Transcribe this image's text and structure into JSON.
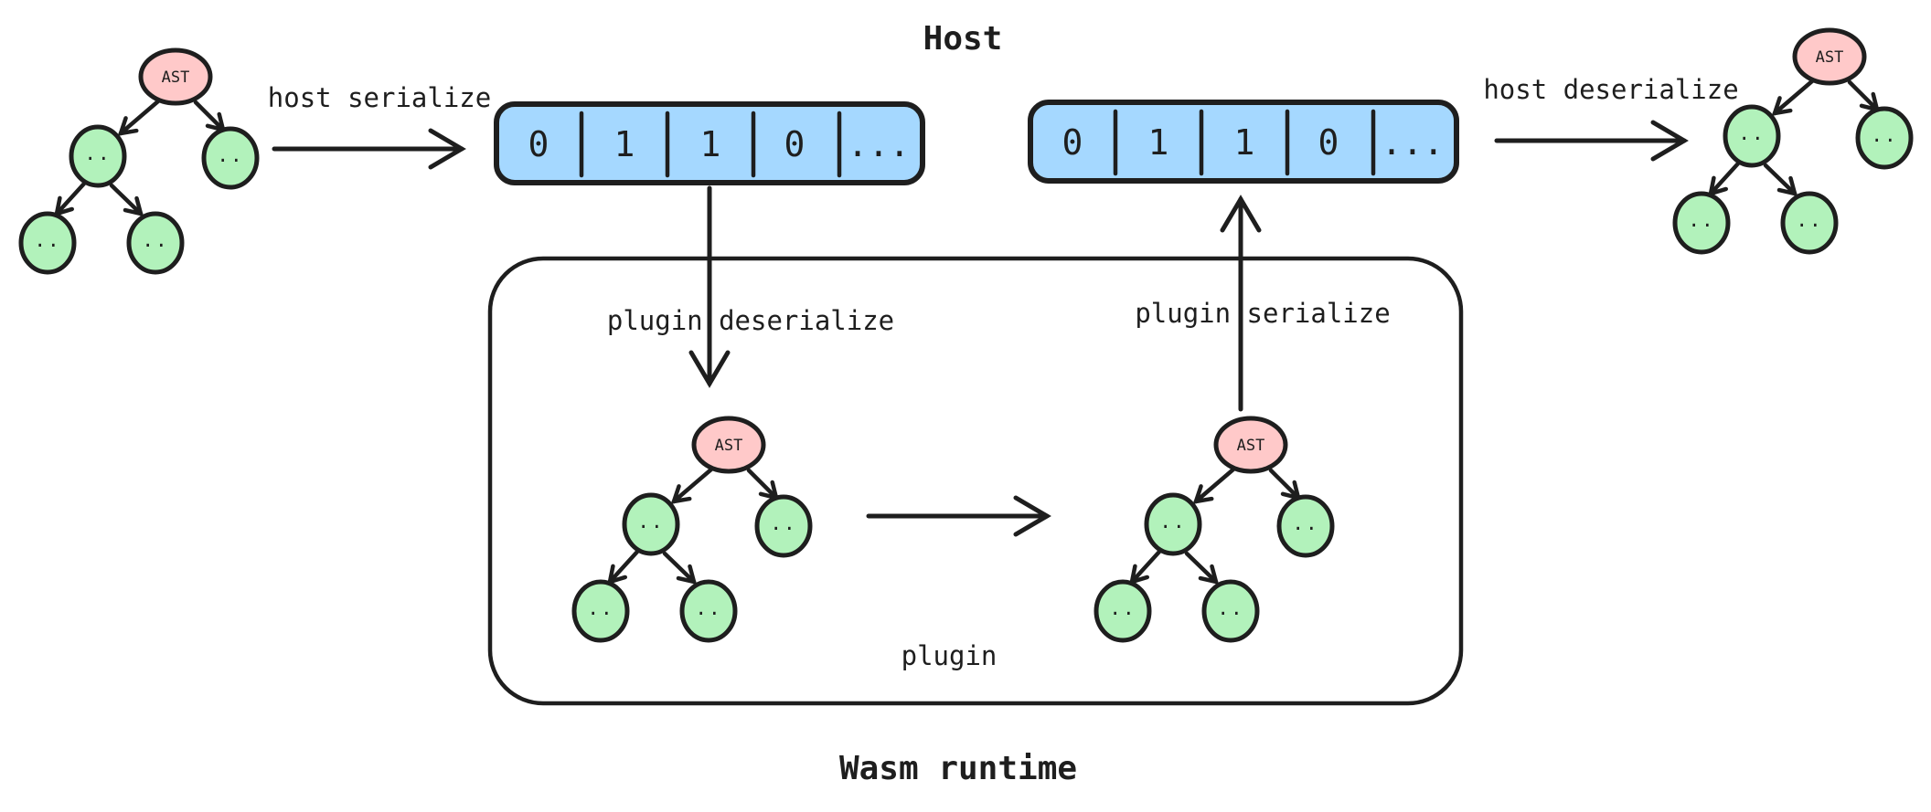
{
  "title": "Host",
  "wasm_runtime_label": "Wasm runtime",
  "plugin_box": {
    "label": "plugin"
  },
  "arrows": {
    "host_serialize": "host serialize",
    "plugin_deserialize": "plugin deserialize",
    "plugin_serialize": "plugin serialize",
    "host_deserialize": "host deserialize"
  },
  "tree": {
    "root_label": "AST",
    "child_label": ".."
  },
  "byte_array": {
    "cells": [
      "0",
      "1",
      "1",
      "0",
      "..."
    ]
  },
  "colors": {
    "background": "#ffffff",
    "stroke": "#1e1e1e",
    "ast_root_fill": "#ffc9c9",
    "ast_child_fill": "#b2f2bb",
    "byte_array_fill": "#a5d8ff"
  }
}
